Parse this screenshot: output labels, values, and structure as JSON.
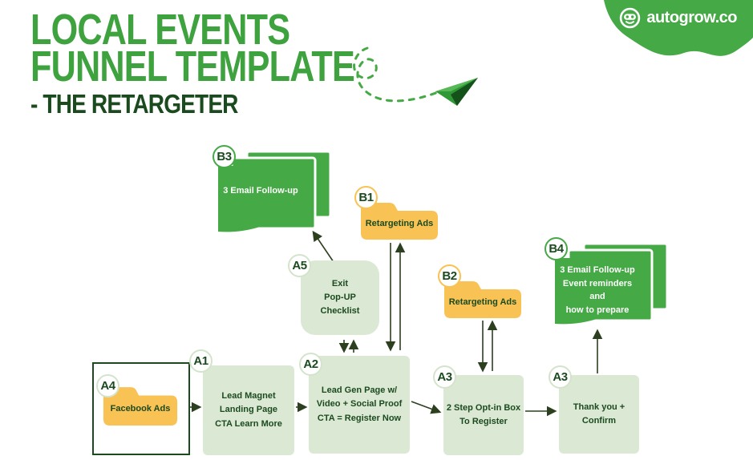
{
  "header": {
    "title_line1": "LOCAL EVENTS",
    "title_line2": "FUNNEL TEMPLATE",
    "subtitle": "- THE RETARGETER"
  },
  "brand": {
    "name": "autogrow.co"
  },
  "colors": {
    "title_green": "#3ea33e",
    "shape_green": "#45a945",
    "dark_green": "#1b4a1f",
    "light_green_box": "#dbe9d4",
    "folder_yellow": "#f8c254",
    "arrow": "#2c401f",
    "background": "#ffffff"
  },
  "nodes": [
    {
      "badge": "B3",
      "type": "email-stack",
      "lines": [
        "3 Email Follow-up"
      ]
    },
    {
      "badge": "B1",
      "type": "ad-folder",
      "lines": [
        "Retargeting Ads"
      ]
    },
    {
      "badge": "A5",
      "type": "box",
      "lines": [
        "Exit",
        "Pop-UP",
        "Checklist"
      ]
    },
    {
      "badge": "B2",
      "type": "ad-folder",
      "lines": [
        "Retargeting Ads"
      ]
    },
    {
      "badge": "B4",
      "type": "email-stack",
      "lines": [
        "3 Email Follow-up",
        "Event reminders and",
        "how to prepare"
      ]
    },
    {
      "badge": "A4",
      "type": "framed-folder",
      "lines": [
        "Facebook Ads"
      ]
    },
    {
      "badge": "A1",
      "type": "box",
      "lines": [
        "Lead Magnet",
        "Landing Page",
        "CTA Learn More"
      ]
    },
    {
      "badge": "A2",
      "type": "box",
      "lines": [
        "Lead Gen Page w/",
        "Video + Social Proof",
        "CTA = Register Now"
      ]
    },
    {
      "badge": "A3",
      "type": "box",
      "lines": [
        "2 Step Opt-in Box",
        "To Register"
      ]
    },
    {
      "badge": "A3",
      "type": "box",
      "lines": [
        "Thank you +",
        "Confirm"
      ]
    }
  ],
  "edges": [
    {
      "from": "A4 Facebook Ads",
      "to": "A1 Lead Magnet Landing Page",
      "style": "arrow"
    },
    {
      "from": "A1 Lead Magnet Landing Page",
      "to": "A2 Lead Gen Page",
      "style": "arrow"
    },
    {
      "from": "A2 Lead Gen Page",
      "to": "A3 2 Step Opt-in Box",
      "style": "arrow"
    },
    {
      "from": "A3 2 Step Opt-in Box",
      "to": "A3 Thank you + Confirm",
      "style": "arrow"
    },
    {
      "from": "A5 Exit Pop-UP Checklist",
      "to": "B3 3 Email Follow-up",
      "style": "arrow"
    },
    {
      "from": "A5 Exit Pop-UP Checklist",
      "to": "A2 Lead Gen Page",
      "style": "double-arrow"
    },
    {
      "from": "B1 Retargeting Ads",
      "to": "A2 Lead Gen Page",
      "style": "double-arrow"
    },
    {
      "from": "B2 Retargeting Ads",
      "to": "A3 2 Step Opt-in Box",
      "style": "double-arrow"
    },
    {
      "from": "A3 Thank you + Confirm",
      "to": "B4 3 Email Follow-up",
      "style": "arrow"
    }
  ]
}
